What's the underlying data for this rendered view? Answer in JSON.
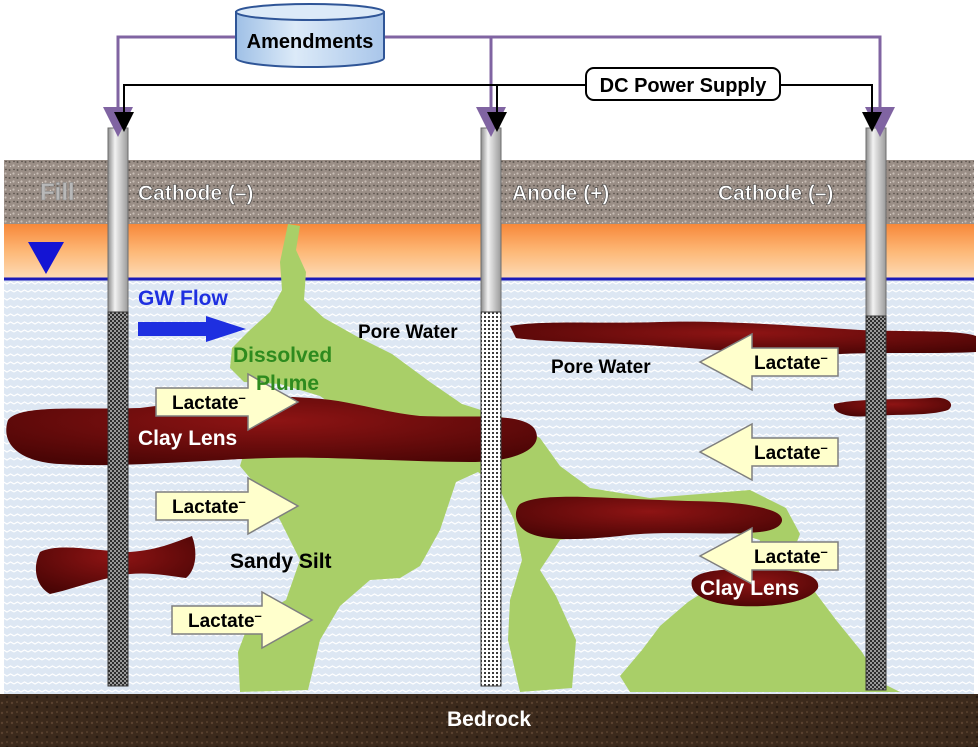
{
  "labels": {
    "amendments": "Amendments",
    "power_supply": "DC Power Supply",
    "fill": "Fill",
    "cathode_left": "Cathode (–)",
    "anode": "Anode (+)",
    "cathode_right": "Cathode (–)",
    "gw_flow": "GW Flow",
    "dissolved_plume_1": "Dissolved",
    "dissolved_plume_2": "Plume",
    "pore_water_left": "Pore Water",
    "pore_water_right": "Pore Water",
    "clay_lens_left": "Clay Lens",
    "clay_lens_right": "Clay Lens",
    "sandy_silt": "Sandy Silt",
    "bedrock": "Bedrock",
    "lactate": "Lactate",
    "lactate_charge": "–"
  },
  "colors": {
    "amendment_line": "#8064A2",
    "power_line": "#000000",
    "fill_soil": "#9E928A",
    "vadose": "#FBA45C",
    "water_table": "#1A1AB8",
    "saturated": "#DCE6F2",
    "plume": "#A9CF68",
    "plume_text": "#2E8B1E",
    "clay": "#6B0A0A",
    "bedrock": "#3C2A1C",
    "gw_text": "#1E2FE0",
    "lactate_arrow": "#FFFFCC"
  }
}
